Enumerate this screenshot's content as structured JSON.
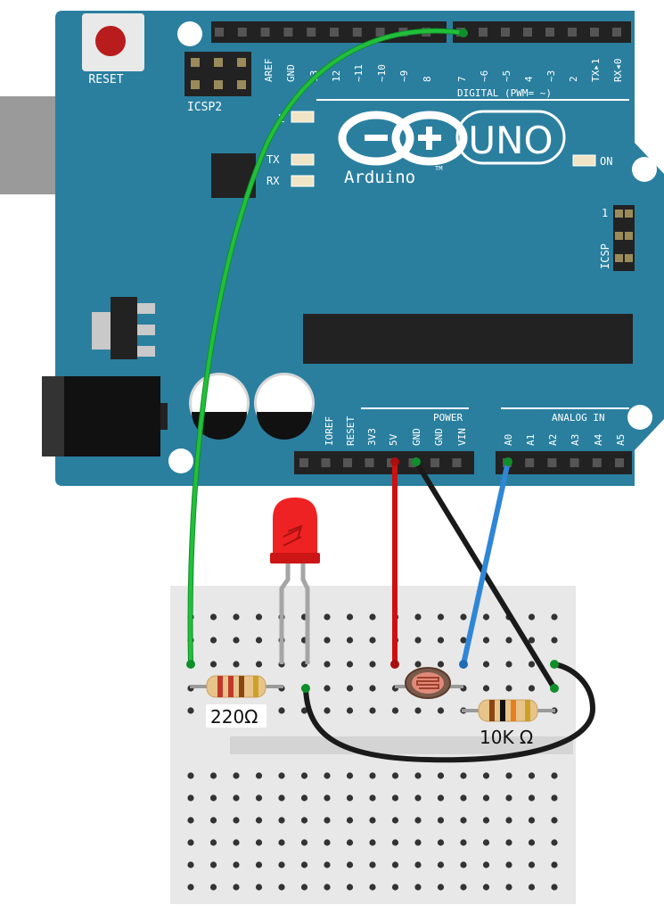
{
  "board": {
    "reset_label": "RESET",
    "icsp2_label": "ICSP2",
    "icsp_label": "ICSP",
    "icsp_pin1": "1",
    "logo_text": "Arduino",
    "tm": "TM",
    "uno_text": "UNO",
    "digital_label": "DIGITAL (PWM= ~)",
    "power_label": "POWER",
    "analog_label": "ANALOG IN",
    "led_l": "L",
    "led_tx": "TX",
    "led_rx": "RX",
    "led_on": "ON",
    "digital_pins": [
      "AREF",
      "GND",
      "13",
      "12",
      "~11",
      "~10",
      "~9",
      "8",
      "7",
      "~6",
      "~5",
      "4",
      "~3",
      "2",
      "TX▸1",
      "RX◂0"
    ],
    "power_pins": [
      "IOREF",
      "RESET",
      "3V3",
      "5V",
      "GND",
      "GND",
      "VIN"
    ],
    "analog_pins": [
      "A0",
      "A1",
      "A2",
      "A3",
      "A4",
      "A5"
    ]
  },
  "components": {
    "r1_label": "220Ω",
    "r2_label": "10K Ω"
  },
  "colors": {
    "board": "#2a7f9f",
    "breadboard": "#e8e8e8",
    "wire_green": "#22c03a",
    "wire_red": "#cc1111",
    "wire_black": "#1a1a1a",
    "wire_blue": "#2f86d6",
    "led": "#ee2222"
  }
}
